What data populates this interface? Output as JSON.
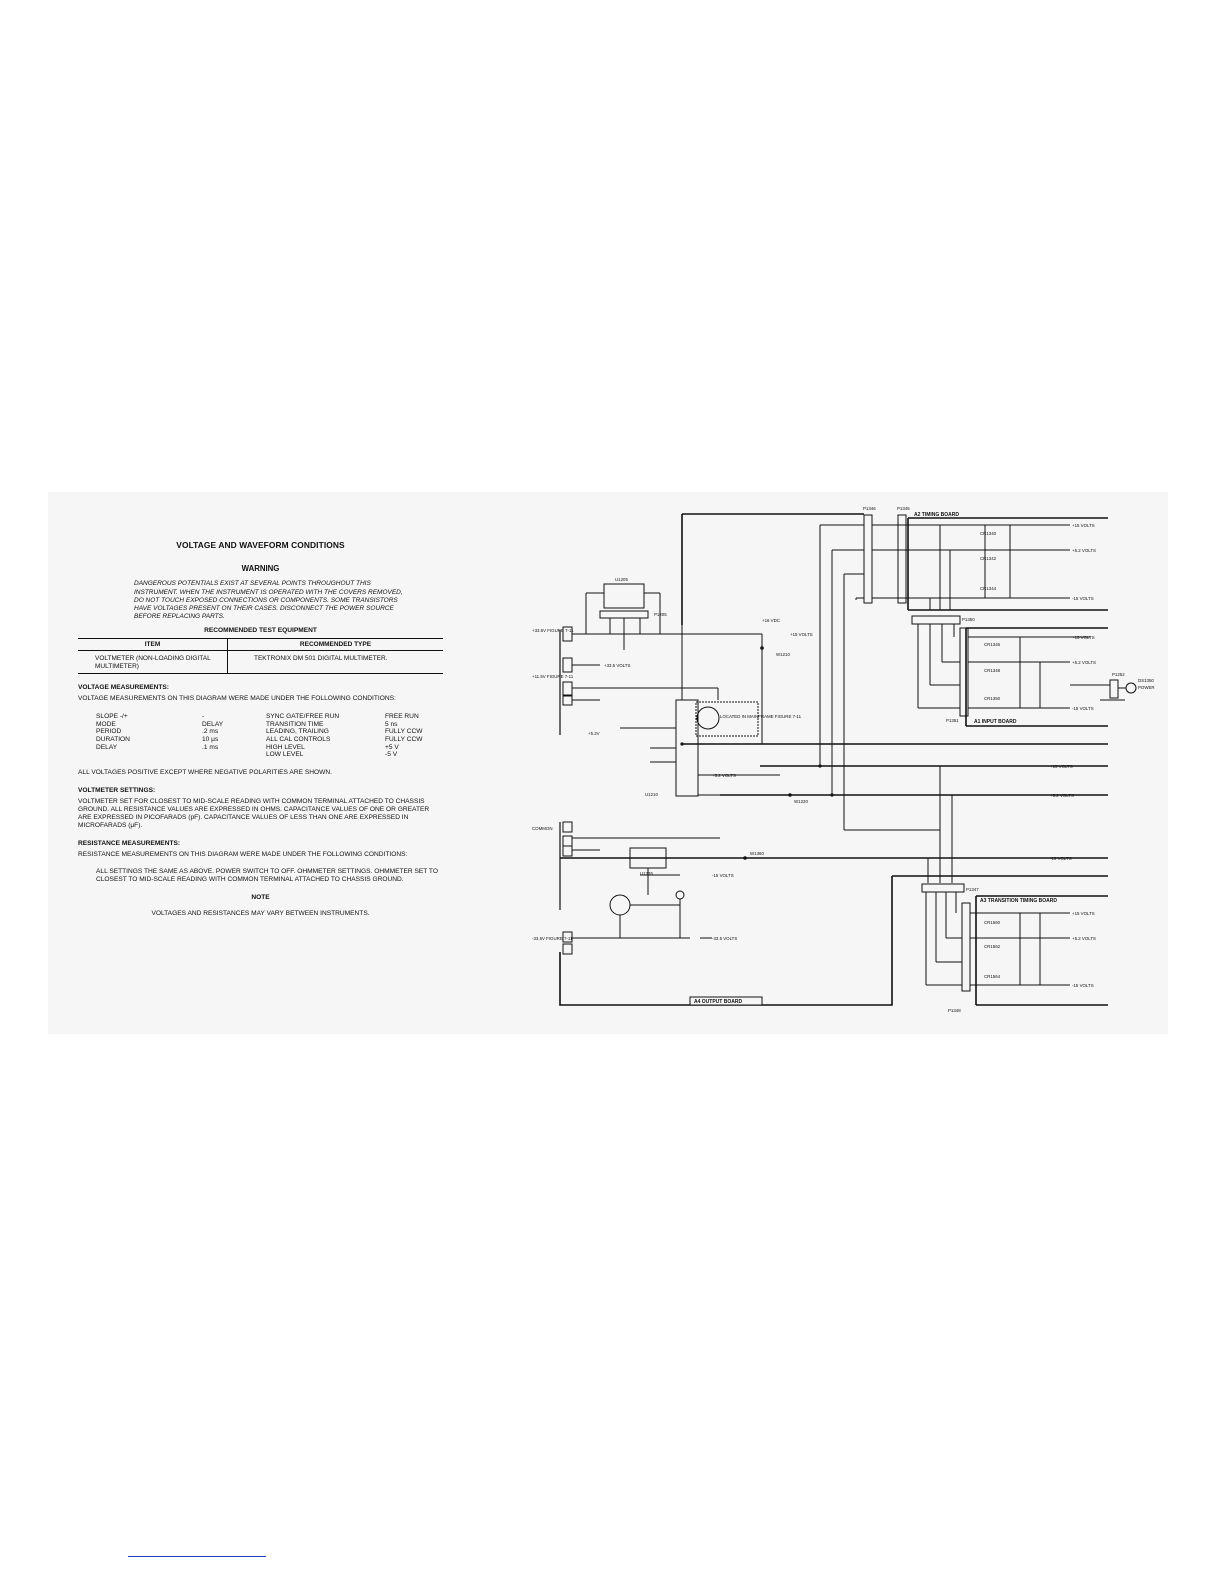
{
  "conditions": {
    "title": "VOLTAGE AND WAVEFORM CONDITIONS",
    "warning_title": "WARNING",
    "warning_text": "DANGEROUS POTENTIALS EXIST AT SEVERAL POINTS THROUGHOUT THIS INSTRUMENT. WHEN THE INSTRUMENT IS OPERATED WITH THE COVERS REMOVED, DO NOT TOUCH EXPOSED CONNECTIONS OR COMPONENTS. SOME TRANSISTORS HAVE VOLTAGES PRESENT ON THEIR CASES. DISCONNECT THE POWER SOURCE BEFORE REPLACING PARTS.",
    "equipment_title": "RECOMMENDED TEST EQUIPMENT",
    "equipment_headers": [
      "ITEM",
      "RECOMMENDED TYPE"
    ],
    "equipment_item": "VOLTMETER (NON-LOADING DIGITAL MULTIMETER)",
    "equipment_type": "TEKTRONIX DM 501 DIGITAL MULTIMETER.",
    "voltage_heading": "VOLTAGE MEASUREMENTS:",
    "voltage_intro": "VOLTAGE MEASUREMENTS ON THIS DIAGRAM WERE MADE UNDER THE FOLLOWING CONDITIONS:",
    "settings_labels": [
      "SLOPE -/+",
      "MODE",
      "PERIOD",
      "DURATION",
      "DELAY"
    ],
    "settings_values": [
      "-",
      "DELAY",
      ".2 ms",
      "10 μs",
      ".1 ms"
    ],
    "settings_labels2": [
      "SYNC GATE/FREE RUN",
      "TRANSITION TIME",
      "LEADING, TRAILING",
      "ALL CAL CONTROLS",
      "HIGH LEVEL",
      "LOW LEVEL"
    ],
    "settings_values2": [
      "FREE RUN",
      "5 ns",
      "FULLY CCW",
      "FULLY CCW",
      "+5 V",
      "-5 V"
    ],
    "polarity_note": "ALL VOLTAGES POSITIVE EXCEPT WHERE NEGATIVE POLARITIES ARE SHOWN.",
    "voltmeter_heading": "VOLTMETER SETTINGS:",
    "voltmeter_text": "VOLTMETER SET FOR CLOSEST TO MID-SCALE READING WITH COMMON TERMINAL ATTACHED TO CHASSIS GROUND. ALL RESISTANCE VALUES ARE EXPRESSED IN OHMS. CAPACITANCE VALUES OF ONE OR GREATER ARE EXPRESSED IN PICOFARADS (pF). CAPACITANCE VALUES OF LESS THAN ONE ARE EXPRESSED IN MICROFARADS (μF).",
    "resistance_heading": "RESISTANCE MEASUREMENTS:",
    "resistance_intro": "RESISTANCE MEASUREMENTS ON THIS DIAGRAM WERE MADE UNDER THE FOLLOWING CONDITIONS:",
    "resistance_text": "ALL SETTINGS THE SAME AS ABOVE. POWER SWITCH TO OFF. OHMMETER SETTINGS. OHMMETER SET TO CLOSEST TO MID-SCALE READING WITH COMMON TERMINAL ATTACHED TO CHASSIS GROUND.",
    "note_title": "NOTE",
    "note_text": "VOLTAGES AND RESISTANCES MAY VARY BETWEEN INSTRUMENTS."
  },
  "schematic": {
    "boards": {
      "timing": "A2 TIMING BOARD",
      "input": "A1 INPUT BOARD",
      "transition": "A3 TRANSITION TIMING BOARD",
      "output": "A4 OUTPUT BOARD"
    },
    "connectors": {
      "p1346": "P1346",
      "p1345": "P1345",
      "p1205": "P1205",
      "p1350": "P1350",
      "p1351": "P1351",
      "p1347": "P1347",
      "p1348": "P1348",
      "p1252": "P1252"
    },
    "inputs": {
      "plus_335": "+33.5V FIGURE 7-11",
      "plus_115": "+11.5V FIGURE 7-11",
      "common": "COMMON",
      "minus_335": "-33.5V FIGURE 7-11"
    },
    "rails": {
      "p15": "+15 VOLTS",
      "p52": "+5.2 VOLTS",
      "m15": "-15 VOLTS",
      "p335": "+33.5 VOLTS",
      "m335": "-33.5 VOLTS"
    },
    "parts": {
      "u1205": "U1205",
      "u1210": "U1210",
      "u1335": "U1335",
      "cr1340": "CR1340",
      "cr1342": "CR1342",
      "cr1344": "CR1344",
      "cr1346": "CR1346",
      "cr1348": "CR1348",
      "cr1350": "CR1350",
      "cr1560": "CR1560",
      "cr1562": "CR1562",
      "cr1564": "CR1564",
      "ds1350": "DS1350",
      "power": "POWER",
      "w1210": "W1210",
      "w1220": "W1220",
      "w1360": "W1360",
      "located": "LOCATED IN MAINFRAME FIGURE 7-11",
      "p52v": "+5.2V",
      "vdc": "+16 VDC"
    }
  }
}
